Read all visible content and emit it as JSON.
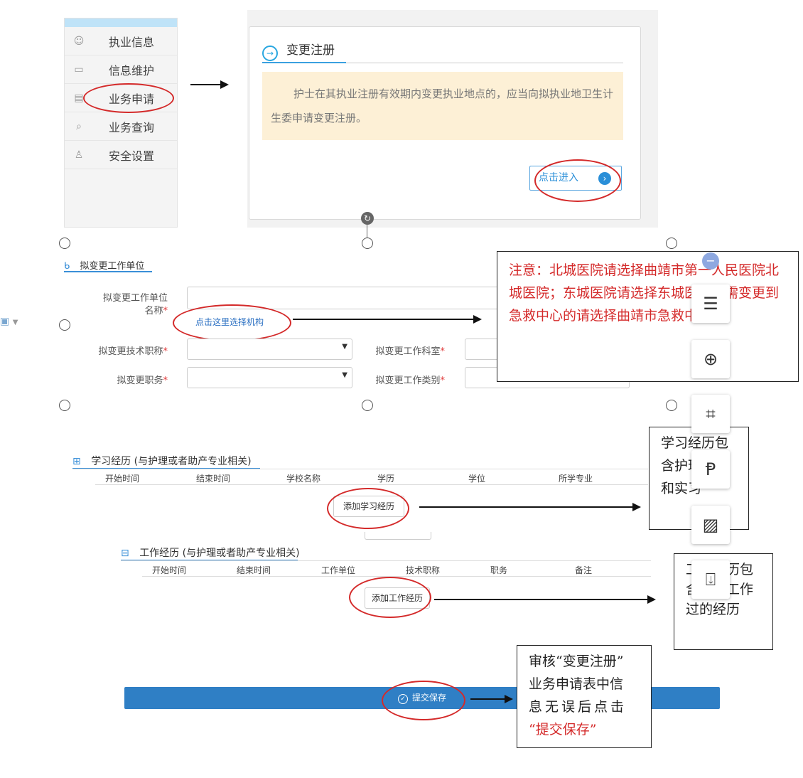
{
  "sidebar": {
    "items": [
      {
        "label": "执业信息",
        "icon": "user-icon"
      },
      {
        "label": "信息维护",
        "icon": "id-card-icon"
      },
      {
        "label": "业务申请",
        "icon": "document-icon"
      },
      {
        "label": "业务查询",
        "icon": "search-doc-icon"
      },
      {
        "label": "安全设置",
        "icon": "lock-user-icon"
      }
    ]
  },
  "card": {
    "title": "变更注册",
    "notice": "护士在其执业注册有效期内变更执业地点的，应当向拟执业地卫生计生委申请变更注册。",
    "enter_button": "点击进入"
  },
  "section_work_unit": {
    "title": "拟变更工作单位",
    "unit_name_label_1": "拟变更工作单位",
    "unit_name_label_2": "名称",
    "unit_select_link": "点击这里选择机构",
    "tech_title_label": "拟变更技术职称",
    "department_label": "拟变更工作科室",
    "position_label": "拟变更职务",
    "category_label": "拟变更工作类别",
    "required_mark": "*"
  },
  "note_box": {
    "text": "注意：北城医院请选择曲靖市第一人民医院北城医院；东城医院请选择东城医院；需变更到急救中心的请选择曲靖市急救中心。"
  },
  "study_section": {
    "title": "学习经历 (与护理或者助产专业相关)",
    "columns": [
      "开始时间",
      "结束时间",
      "学校名称",
      "学历",
      "学位",
      "所学专业"
    ],
    "add_button": "添加学习经历",
    "callout": "学习经历包含护理专业和实习"
  },
  "work_section": {
    "title": "工作经历 (与护理或者助产专业相关)",
    "columns": [
      "开始时间",
      "结束时间",
      "工作单位",
      "技术职称",
      "职务",
      "备注"
    ],
    "add_button": "添加工作经历",
    "callout": "工作经历包含所有工作过的经历"
  },
  "submit": {
    "label": "提交保存",
    "callout_line1": "审核“变更注册”",
    "callout_line2": "业务申请表中信",
    "callout_line3": "息无误后点击",
    "callout_line4": "“提交保存”"
  },
  "colors": {
    "accent": "#2f7fc5",
    "annotation_red": "#d42a2a",
    "notice_bg": "#fdf0d6"
  }
}
